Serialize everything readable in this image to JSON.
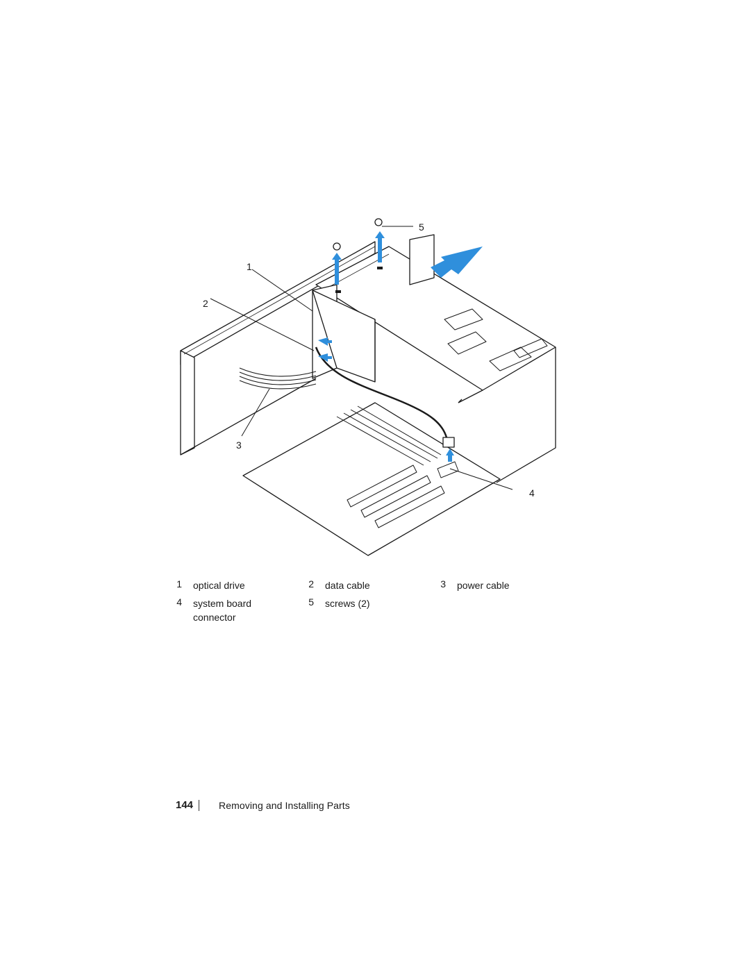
{
  "callouts": [
    "1",
    "2",
    "3",
    "4",
    "5"
  ],
  "legend": [
    {
      "num": "1",
      "label": "optical drive"
    },
    {
      "num": "2",
      "label": "data cable"
    },
    {
      "num": "3",
      "label": "power cable"
    },
    {
      "num": "4",
      "label": "system board connector"
    },
    {
      "num": "5",
      "label": "screws (2)"
    }
  ],
  "footer": {
    "page_number": "144",
    "section": "Removing and Installing Parts"
  },
  "colors": {
    "arrow": "#2f8fdc",
    "line": "#1a1a1a"
  }
}
